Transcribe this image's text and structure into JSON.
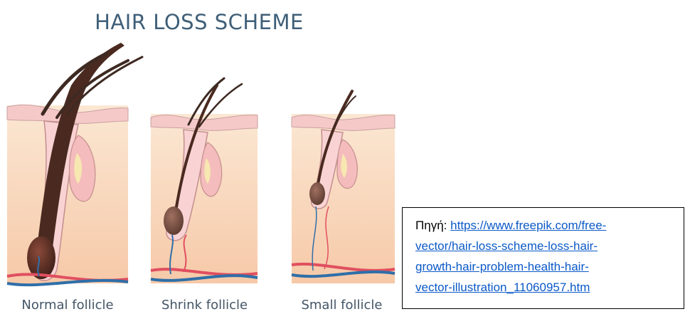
{
  "title": "HAIR LOSS SCHEME",
  "captions": {
    "normal": "Normal follicle",
    "shrink": "Shrink follicle",
    "small": "Small follicle"
  },
  "source": {
    "label": "Πηγή:",
    "link_lines": [
      "https://www.freepik.com/free-",
      "vector/hair-loss-scheme-loss-hair-",
      "growth-hair-problem-health-hair-",
      "vector-illustration_11060957.htm"
    ]
  },
  "colors": {
    "title": "#3f5f78",
    "skin": "#fbe2cc",
    "dermis_pink": "#f6c9c9",
    "hair_dark": "#4a2a20",
    "artery": "#e04f60",
    "vein": "#2f6fa8",
    "link": "#0b59c7"
  }
}
